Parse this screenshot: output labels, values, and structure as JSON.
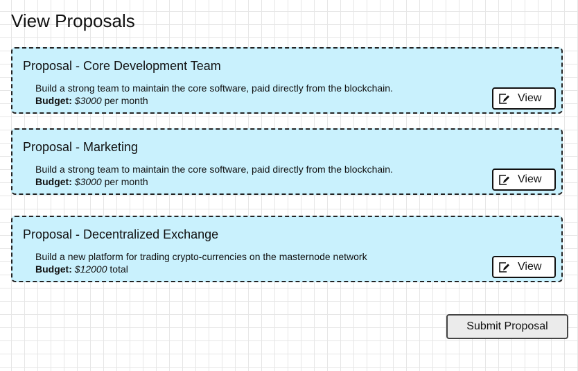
{
  "page": {
    "title": "View Proposals"
  },
  "proposals": [
    {
      "title": "Proposal - Core Development Team",
      "description": "Build a strong team to maintain the core software, paid directly from the blockchain.",
      "budget_label": "Budget:",
      "budget_amount": "$3000",
      "budget_period": "per month",
      "view_label": "View"
    },
    {
      "title": "Proposal - Marketing",
      "description": "Build a strong team to maintain the core software, paid directly from the blockchain.",
      "budget_label": "Budget:",
      "budget_amount": "$3000",
      "budget_period": "per month",
      "view_label": "View"
    },
    {
      "title": "Proposal - Decentralized Exchange",
      "description": "Build a new platform for trading crypto-currencies on the masternode network",
      "budget_label": "Budget:",
      "budget_amount": "$12000",
      "budget_period": "total",
      "view_label": "View"
    }
  ],
  "actions": {
    "submit_label": "Submit Proposal"
  },
  "icons": {
    "view": "edit-icon"
  },
  "colors": {
    "card_background": "#c9f1fd",
    "submit_background": "#ebebeb"
  }
}
